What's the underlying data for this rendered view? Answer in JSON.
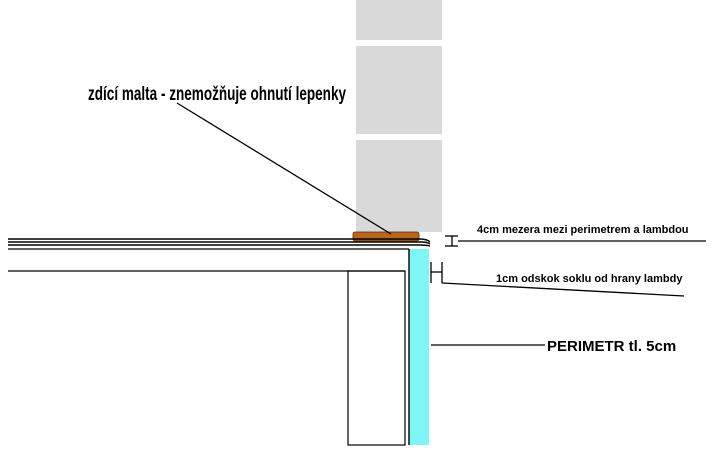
{
  "labels": {
    "mortar": "zdící malta - znemožňuje ohnutí lepenky",
    "gap": "4cm mezera mezi perimetrem a lambdou",
    "offset": "1cm odskok soklu od hrany lambdy",
    "perimeter": "PERIMETR tl. 5cm"
  },
  "colors": {
    "brick": "#d9d9d9",
    "perimeter": "#7ff5f5",
    "mortar": "#b8651e",
    "line": "#000000"
  }
}
